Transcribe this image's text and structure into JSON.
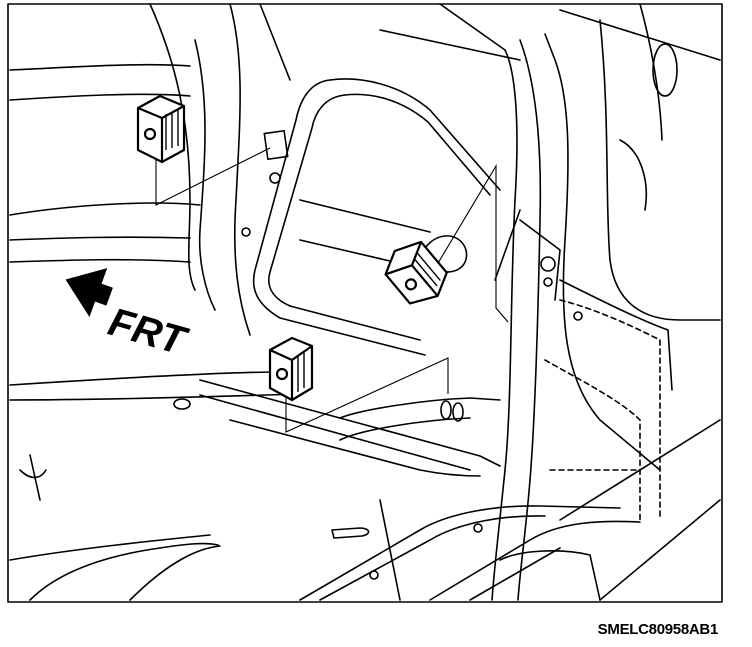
{
  "diagram": {
    "direction_label": "FRT",
    "reference_code": "SMELC80958AB1",
    "callout_items": [
      "clip-nut-upper-left",
      "clip-nut-center",
      "clip-nut-lower"
    ],
    "stroke_color": "#000000",
    "background_color": "#ffffff"
  }
}
